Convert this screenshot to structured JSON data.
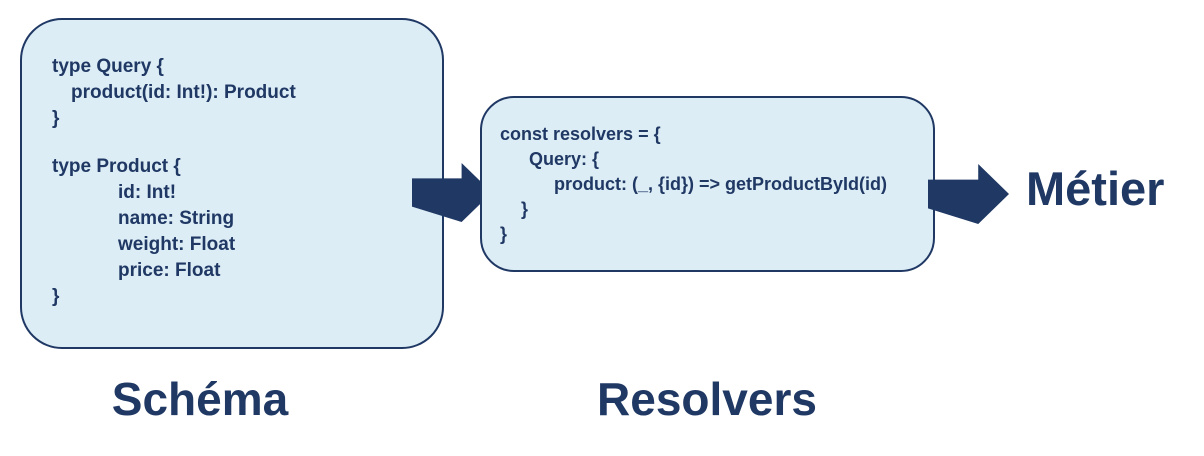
{
  "colors": {
    "navy": "#1f3864",
    "box_fill": "#ddedf6",
    "background": "#ffffff"
  },
  "schema_box": {
    "lines": [
      "type Query {",
      "product(id: Int!): Product",
      "}",
      "",
      "type Product {",
      "id: Int!",
      "name: String",
      "weight: Float",
      "price: Float",
      "}"
    ],
    "caption": "Schéma"
  },
  "resolvers_box": {
    "lines": [
      "const resolvers = {",
      "Query: {",
      "product: (_, {id}) => getProductById(id)",
      "}",
      "}"
    ],
    "caption": "Resolvers"
  },
  "metier": {
    "label": "Métier"
  }
}
